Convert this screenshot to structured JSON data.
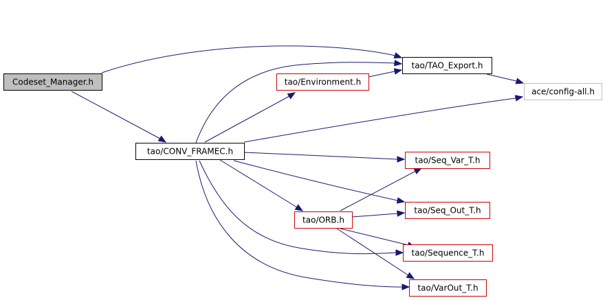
{
  "colors": {
    "edge": "#191970",
    "border_black": "#000000",
    "border_red": "#cc0000",
    "border_gray": "#bfbfbf",
    "fill_current": "#bfbfbf",
    "fill_default": "#ffffff"
  },
  "nodes": [
    {
      "id": "codeset_manager",
      "label": "Codeset_Manager.h",
      "style": "current"
    },
    {
      "id": "conv_framec",
      "label": "tao/CONV_FRAMEC.h",
      "style": "black"
    },
    {
      "id": "tao_export",
      "label": "tao/TAO_Export.h",
      "style": "black"
    },
    {
      "id": "environment",
      "label": "tao/Environment.h",
      "style": "red"
    },
    {
      "id": "config_all",
      "label": "ace/config-all.h",
      "style": "gray"
    },
    {
      "id": "seq_var_t",
      "label": "tao/Seq_Var_T.h",
      "style": "red"
    },
    {
      "id": "orb",
      "label": "tao/ORB.h",
      "style": "red"
    },
    {
      "id": "seq_out_t",
      "label": "tao/Seq_Out_T.h",
      "style": "red"
    },
    {
      "id": "sequence_t",
      "label": "tao/Sequence_T.h",
      "style": "red"
    },
    {
      "id": "varout_t",
      "label": "tao/VarOut_T.h",
      "style": "red"
    }
  ],
  "edges": [
    {
      "from": "codeset_manager",
      "to": "conv_framec"
    },
    {
      "from": "codeset_manager",
      "to": "tao_export"
    },
    {
      "from": "conv_framec",
      "to": "tao_export"
    },
    {
      "from": "conv_framec",
      "to": "environment"
    },
    {
      "from": "conv_framec",
      "to": "config_all"
    },
    {
      "from": "conv_framec",
      "to": "seq_var_t"
    },
    {
      "from": "conv_framec",
      "to": "orb"
    },
    {
      "from": "conv_framec",
      "to": "seq_out_t"
    },
    {
      "from": "conv_framec",
      "to": "sequence_t"
    },
    {
      "from": "conv_framec",
      "to": "varout_t"
    },
    {
      "from": "environment",
      "to": "tao_export"
    },
    {
      "from": "tao_export",
      "to": "config_all"
    },
    {
      "from": "orb",
      "to": "seq_var_t"
    },
    {
      "from": "orb",
      "to": "seq_out_t"
    },
    {
      "from": "orb",
      "to": "sequence_t"
    },
    {
      "from": "orb",
      "to": "varout_t"
    }
  ]
}
